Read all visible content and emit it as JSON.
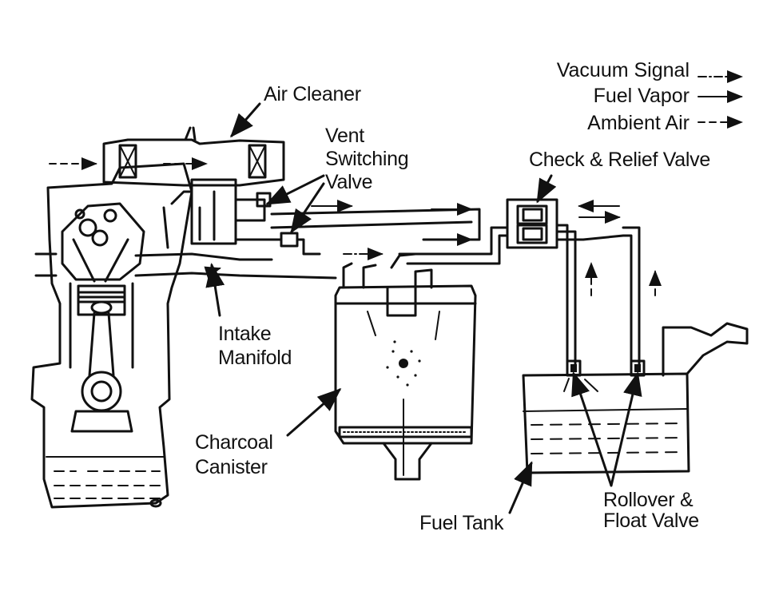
{
  "legend": {
    "items": [
      {
        "label": "Vacuum Signal",
        "line_style": "dash-dot"
      },
      {
        "label": "Fuel Vapor",
        "line_style": "solid"
      },
      {
        "label": "Ambient Air",
        "line_style": "dashed"
      }
    ]
  },
  "labels": {
    "air_cleaner": "Air Cleaner",
    "vent_switching_valve_1": "Vent",
    "vent_switching_valve_2": "Switching",
    "vent_switching_valve_3": "Valve",
    "check_relief_valve": "Check & Relief Valve",
    "intake_manifold_1": "Intake",
    "intake_manifold_2": "Manifold",
    "charcoal_canister_1": "Charcoal",
    "charcoal_canister_2": "Canister",
    "fuel_tank": "Fuel Tank",
    "rollover_float_valve_1": "Rollover &",
    "rollover_float_valve_2": "Float Valve"
  },
  "colors": {
    "ink": "#111111",
    "paper": "#ffffff"
  }
}
